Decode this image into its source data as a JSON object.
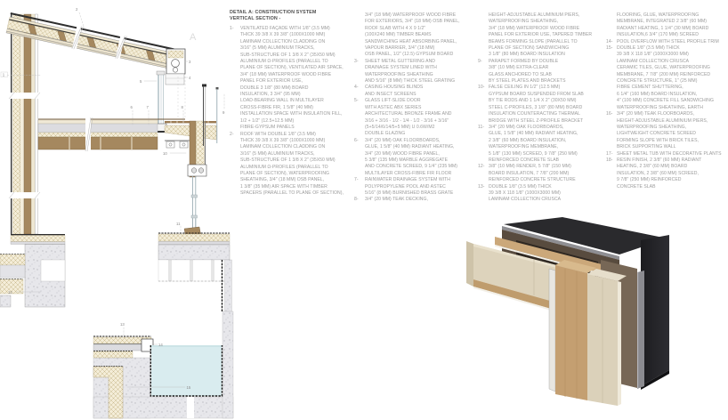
{
  "legend": {
    "title": "DETAIL A: CONSTRUCTION SYSTEM\nVERTICAL SECTION -",
    "columns": [
      {
        "items": [
          {
            "num": "1-",
            "lines": [
              "VENTILATED FAÇADE WITH 1/8\" (3.5 MM)",
              "THICK 39 3/8 X 39 3/8\" (1000X1000 MM)",
              "LAMINAM COLLECTION CLADDING ON",
              "3/16\" (5 MM) ALUMINIUM TRACKS,",
              "SUB-STRUCTURE OF 1 3/8 X 2\" (35X50 MM)",
              "ALUMINIUM Ω-PROFILES (PARALLEL TO",
              "PLANE OF SECTION), VENTILATED AIR SPACE,",
              "3/4\" (18 MM) WATERPROOF WOOD FIBRE",
              "PANEL FOR EXTERIOR USE,",
              "DOUBLE 3 1/8\" (80 MM) BOARD",
              "INSULATION, 3 3/4\" (95 MM)",
              "LOAD-BEARING WALL IN MULTILAYER",
              "CROSS-FIBRE FIR, 1 5/8\" (40 MM)",
              "INSTALLATION SPACE WITH INSULATION FILL,",
              "1/2 + 1/2\" (12.5+12.5 MM)",
              "FIBRE-GYPSUM PANELS"
            ]
          },
          {
            "num": "2-",
            "lines": [
              "ROOF WITH DOUBLE 1/8\" (3.5 MM)",
              "THICK 39 3/8 X 39 3/8\" (1000X1000 MM)",
              "LAMINAM COLLECTION CLADDING ON",
              "3/16\" (5 MM) ALUMINIUM TRACKS,",
              "SUB-STRUCTURE OF 1 3/8 X 2\" (35X50 MM)",
              "ALUMINIUM Ω-PROFILES (PARALLEL TO",
              "PLANE OF SECTION), WATERPROOFING",
              "SHEATHING, 3/4\" (18 MM) OSB PANEL,",
              "1 3/8\" (35 MM) AIR SPACE WITH TIMBER",
              "SPACERS (PARALLEL TO PLANE OF SECTION),"
            ]
          }
        ]
      },
      {
        "items": [
          {
            "num": "",
            "lines": [
              "3/4\" (18 MM) WATERPROOF WOOD FIBRE",
              "FOR EXTERIORS, 3/4\" (18 MM) OSB PANEL,",
              "ROOF SLAB WITH 4 X 9 1/2\"",
              "(100X240 MM) TIMBER BEAMS",
              "SANDWICHING HEAT ABSORBING PANEL,",
              "VAPOUR BARRIER, 3/4\" (18 MM)",
              "OSB PANEL, 1/2\" (12.5) GYPSUM BOARD"
            ]
          },
          {
            "num": "3-",
            "lines": [
              "SHEET METAL GUTTERING AND",
              "DRAINAGE SYSTEM LINED WITH",
              "WATERPROOFING SHEATHING",
              "AND 5/16\" (8 MM) THICK STEEL GRATING"
            ]
          },
          {
            "num": "4-",
            "lines": [
              "CASING HOUSING BLINDS",
              "AND INSECT SCREENS"
            ]
          },
          {
            "num": "5-",
            "lines": [
              "GLASS LIFT-SLIDE DOOR",
              "WITH ASTEC ABX SERIES",
              "ARCHITECTURAL BRONZE FRAME AND",
              "3/16 + 3/16 - 1/2 - 1/4 - 1/2 - 3/16 + 3/16\"",
              "(5+5/14/6/14/5+5 MM) U 0.6W/M2",
              "DOUBLE GLAZING"
            ]
          },
          {
            "num": "6-",
            "lines": [
              "3/4\" (20 MM) OAK FLOORBOARDS,",
              "GLUE, 1 5/8\" (40 MM) RADIANT HEATING,",
              "3/4\" (20 MM) WOOD FIBRE PANEL,",
              "5 3/8\" (135 MM) MARBLE AGGREGATE",
              "AND CONCRETE SCREED, 9 1/4\" (235 MM)",
              "MULTILAYER CROSS-FIBRE FIR FLOOR"
            ]
          },
          {
            "num": "7-",
            "lines": [
              "RAINWATER DRAINAGE SYSTEM WITH",
              "POLYPROPYLENE POOL AND ASTEC",
              "5/16\" (8 MM) BURNISHED BRASS GRATE"
            ]
          },
          {
            "num": "8-",
            "lines": [
              "3/4\" (20 MM) TEAK DECKING,"
            ]
          }
        ]
      },
      {
        "items": [
          {
            "num": "",
            "lines": [
              "HEIGHT-ADJUSTABLE ALUMINIUM PIERS,",
              "WATERPROOFING SHEATHING,",
              "3/4\" (18 MM) WATERPROOF WOOD FIBRE",
              "PANEL FOR EXTERIOR USE, TAPERED TIMBER",
              "BEAMS FORMING SLOPE (PARALLEL TO",
              "PLANE OF SECTION) SANDWICHING",
              "3 1/8\" (80 MM) BOARD INSULATION"
            ]
          },
          {
            "num": "9-",
            "lines": [
              "PARAPET FORMED BY DOUBLE",
              "3/8\" (10 MM) EXTRA-CLEAR",
              "GLASS ANCHORED TO SLAB",
              "BY STEEL PLATES AND BRACKETS"
            ]
          },
          {
            "num": "10-",
            "lines": [
              "FALSE CEILING IN 1/2\" (12.5 MM)",
              "GYPSUM BOARD SUSPENDED FROM SLAB",
              "BY TIE RODS AND 1 1/4 X 2\" (30X50 MM)",
              "STEEL C-PROFILES, 3 1/8\" (80 MM) BOARD",
              "INSULATION COUNTERACTING THERMAL",
              "BRIDGE WITH STEEL Z-PROFILE BRACKET"
            ]
          },
          {
            "num": "11-",
            "lines": [
              "3/4\" (20 MM) OAK FLOORBOARDS,",
              "GLUE, 1 5/8\" (40 MM) RADIANT HEATING,",
              "2 3/8\" (60 MM) BOARD INSULATION,",
              "WATERPROOFING MEMBRANE,",
              "5 1/8\" (130 MM) SCREED, 9 7/8\" (250 MM)",
              "REINFORCED CONCRETE SLAB"
            ]
          },
          {
            "num": "12-",
            "lines": [
              "3/8\" (10 MM) RENDER, 5 7/8\" (150 MM)",
              "BOARD INSULATION, 7 7/8\" (200 MM)",
              "REINFORCED CONCRETE STRUCTURE"
            ]
          },
          {
            "num": "13-",
            "lines": [
              "DOUBLE 1/8\" (3.5 MM) THICK",
              "39 3/8 X 118 1/8\" (1000X3000 MM)",
              "LAMINAM COLLECTION CRUSCA"
            ]
          }
        ]
      },
      {
        "items": [
          {
            "num": "",
            "lines": [
              "FLOORING, GLUE, WATERPROOFING",
              "MEMBRANE, INTEGRATED 2 3/8\" (60 MM)",
              "RADIANT HEATING, 1 1/4\" (30 MM) BOARD",
              "INSULATION,6 3/4\" (170 MM) SCREED"
            ]
          },
          {
            "num": "14-",
            "lines": [
              "POOL OVERFLOW WITH STEEL PROFILE TRIM"
            ]
          },
          {
            "num": "15-",
            "lines": [
              "DOUBLE 1/8\" (3.5 MM) THICK",
              "39 3/8 X 118 1/8\" (1000X3000 MM)",
              "LAMINAM COLLECTION CRUSCA",
              "CERAMIC TILES, GLUE, WATERPROOFING",
              "MEMBRANE, 7 7/8\" (200 MM) REINFORCED",
              "CONCRETE STRUCTURE, 1\" (25 MM)",
              "FIBRE CEMENT SHUTTERING,",
              "6 1/4\" (160 MM) BOARD INSULATION,",
              "4\" (100 MM) CONCRETE FILL SANDWICHING",
              "WATERPROOFING SHEATHING, EARTH"
            ]
          },
          {
            "num": "16-",
            "lines": [
              "3/4\" (20 MM) TEAK FLOORBOARDS,",
              "HEIGHT-ADJUSTABLE ALUMINIUM PIERS,",
              "WATERPROOFING SHEATHING,",
              "LIGHTWEIGHT CONCRETE SCREED",
              "FORMING SLOPE WITH BRICK TILES,",
              "BRICK SUPPORTING WALL"
            ]
          },
          {
            "num": "17-",
            "lines": [
              "SHEET METAL TUB WITH DECORATIVE PLANTS"
            ]
          },
          {
            "num": "18-",
            "lines": [
              "RESIN FINISH, 2 3/8\" (60 MM) RADIANT",
              "HEATING, 2 3/8\" (60 MM) BOARD",
              "INSULATION, 2 3/8\" (60 MM) SCREED,",
              "9 7/8\" (250 MM) REINFORCED",
              "CONCRETE SLAB"
            ]
          }
        ]
      }
    ]
  },
  "drawing": {
    "watermark": "A",
    "leaders": [
      {
        "label": "1"
      },
      {
        "label": "2"
      },
      {
        "label": "3"
      },
      {
        "label": "4"
      },
      {
        "label": "5"
      },
      {
        "label": "6"
      },
      {
        "label": "7"
      },
      {
        "label": "8"
      },
      {
        "label": "9"
      },
      {
        "label": "10"
      },
      {
        "label": "11"
      },
      {
        "label": "12"
      },
      {
        "label": "13"
      },
      {
        "label": "14"
      },
      {
        "label": "15"
      }
    ]
  },
  "colors": {
    "insulation_cream": "#f4edd8",
    "insulation_hatch": "#c3b386",
    "wood_brown": "#a5885f",
    "oak_light": "#c49f71",
    "concrete_gray": "#e7e7eb",
    "screed_gray": "#dcdce0",
    "water_blue": "#d9ecef",
    "glass_blue": "#8aa0a8",
    "outline_dark": "#2c2c2c",
    "text_gray": "#9b9b9b",
    "render_black": "#252529",
    "render_bronze": "#776756",
    "render_cream": "#dbd1ba"
  }
}
